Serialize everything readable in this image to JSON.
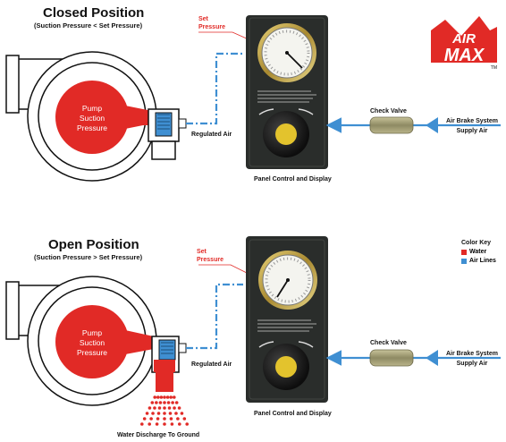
{
  "closed": {
    "title": "Closed Position",
    "subtitle": "(Suction Pressure < Set Pressure)",
    "pump_label": [
      "Pump",
      "Suction",
      "Pressure"
    ],
    "set_pressure": [
      "Set",
      "Pressure"
    ],
    "regulated_air": "Regulated Air",
    "panel_label": "Panel Control and Display",
    "check_valve": "Check Valve",
    "supply": [
      "Air Brake System",
      "Supply Air"
    ]
  },
  "open": {
    "title": "Open Position",
    "subtitle": "(Suction Pressure > Set Pressure)",
    "pump_label": [
      "Pump",
      "Suction",
      "Pressure"
    ],
    "set_pressure": [
      "Set",
      "Pressure"
    ],
    "regulated_air": "Regulated Air",
    "panel_label": "Panel Control and Display",
    "check_valve": "Check Valve",
    "supply": [
      "Air Brake System",
      "Supply Air"
    ],
    "discharge": "Water Discharge To Ground"
  },
  "logo": {
    "top": "AIR",
    "bottom": "MAX",
    "tm": "TM"
  },
  "color_key": {
    "title": "Color Key",
    "items": [
      {
        "label": "Water",
        "color": "#e12a26"
      },
      {
        "label": "Air Lines",
        "color": "#3f8fd2"
      }
    ]
  },
  "colors": {
    "water": "#e12a26",
    "air": "#3f8fd2",
    "panel": "#2a2d2b"
  }
}
